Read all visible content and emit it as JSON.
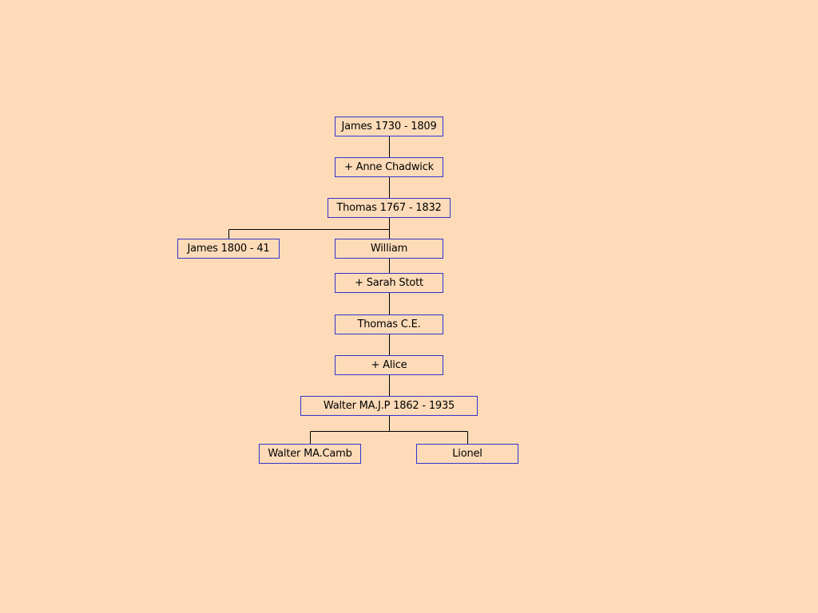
{
  "colors": {
    "background": "#fddbb8",
    "box_border": "#3333cc",
    "connector": "#000000"
  },
  "tree": {
    "nodes": [
      {
        "id": "james-1730",
        "label": "James 1730 - 1809"
      },
      {
        "id": "anne-chadwick",
        "label": "+ Anne Chadwick"
      },
      {
        "id": "thomas-1767",
        "label": "Thomas 1767 - 1832"
      },
      {
        "id": "james-1800",
        "label": "James 1800 - 41"
      },
      {
        "id": "william",
        "label": "William"
      },
      {
        "id": "sarah-stott",
        "label": "+ Sarah Stott"
      },
      {
        "id": "thomas-ce",
        "label": "Thomas C.E."
      },
      {
        "id": "alice",
        "label": "+ Alice"
      },
      {
        "id": "walter-1862",
        "label": "Walter MA.J.P 1862 - 1935"
      },
      {
        "id": "walter-camb",
        "label": "Walter MA.Camb"
      },
      {
        "id": "lionel",
        "label": "Lionel"
      }
    ],
    "edges": [
      [
        "james-1730",
        "anne-chadwick"
      ],
      [
        "anne-chadwick",
        "thomas-1767"
      ],
      [
        "thomas-1767",
        "james-1800"
      ],
      [
        "thomas-1767",
        "william"
      ],
      [
        "william",
        "sarah-stott"
      ],
      [
        "sarah-stott",
        "thomas-ce"
      ],
      [
        "thomas-ce",
        "alice"
      ],
      [
        "alice",
        "walter-1862"
      ],
      [
        "walter-1862",
        "walter-camb"
      ],
      [
        "walter-1862",
        "lionel"
      ]
    ]
  }
}
